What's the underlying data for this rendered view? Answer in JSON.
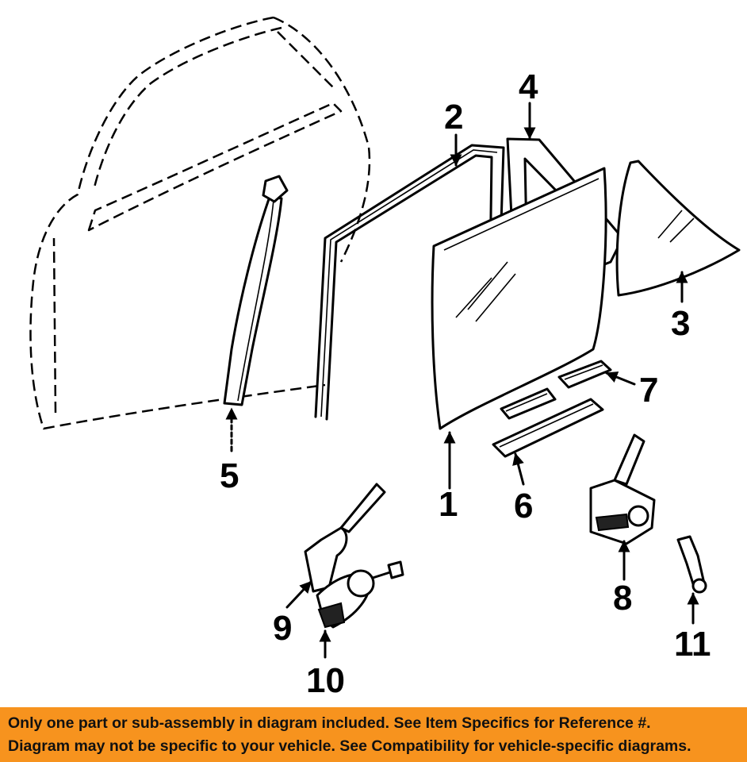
{
  "callouts": {
    "n1": "1",
    "n2": "2",
    "n3": "3",
    "n4": "4",
    "n5": "5",
    "n6": "6",
    "n7": "7",
    "n8": "8",
    "n9": "9",
    "n10": "10",
    "n11": "11"
  },
  "banner": {
    "line1": "Only one part or sub-assembly in diagram included. See Item Specifics for Reference #.",
    "line2": "Diagram may not be specific to your vehicle. See Compatibility for vehicle-specific diagrams."
  },
  "colors": {
    "banner_bg": "#f7931e",
    "line": "#000000",
    "background": "#ffffff"
  }
}
